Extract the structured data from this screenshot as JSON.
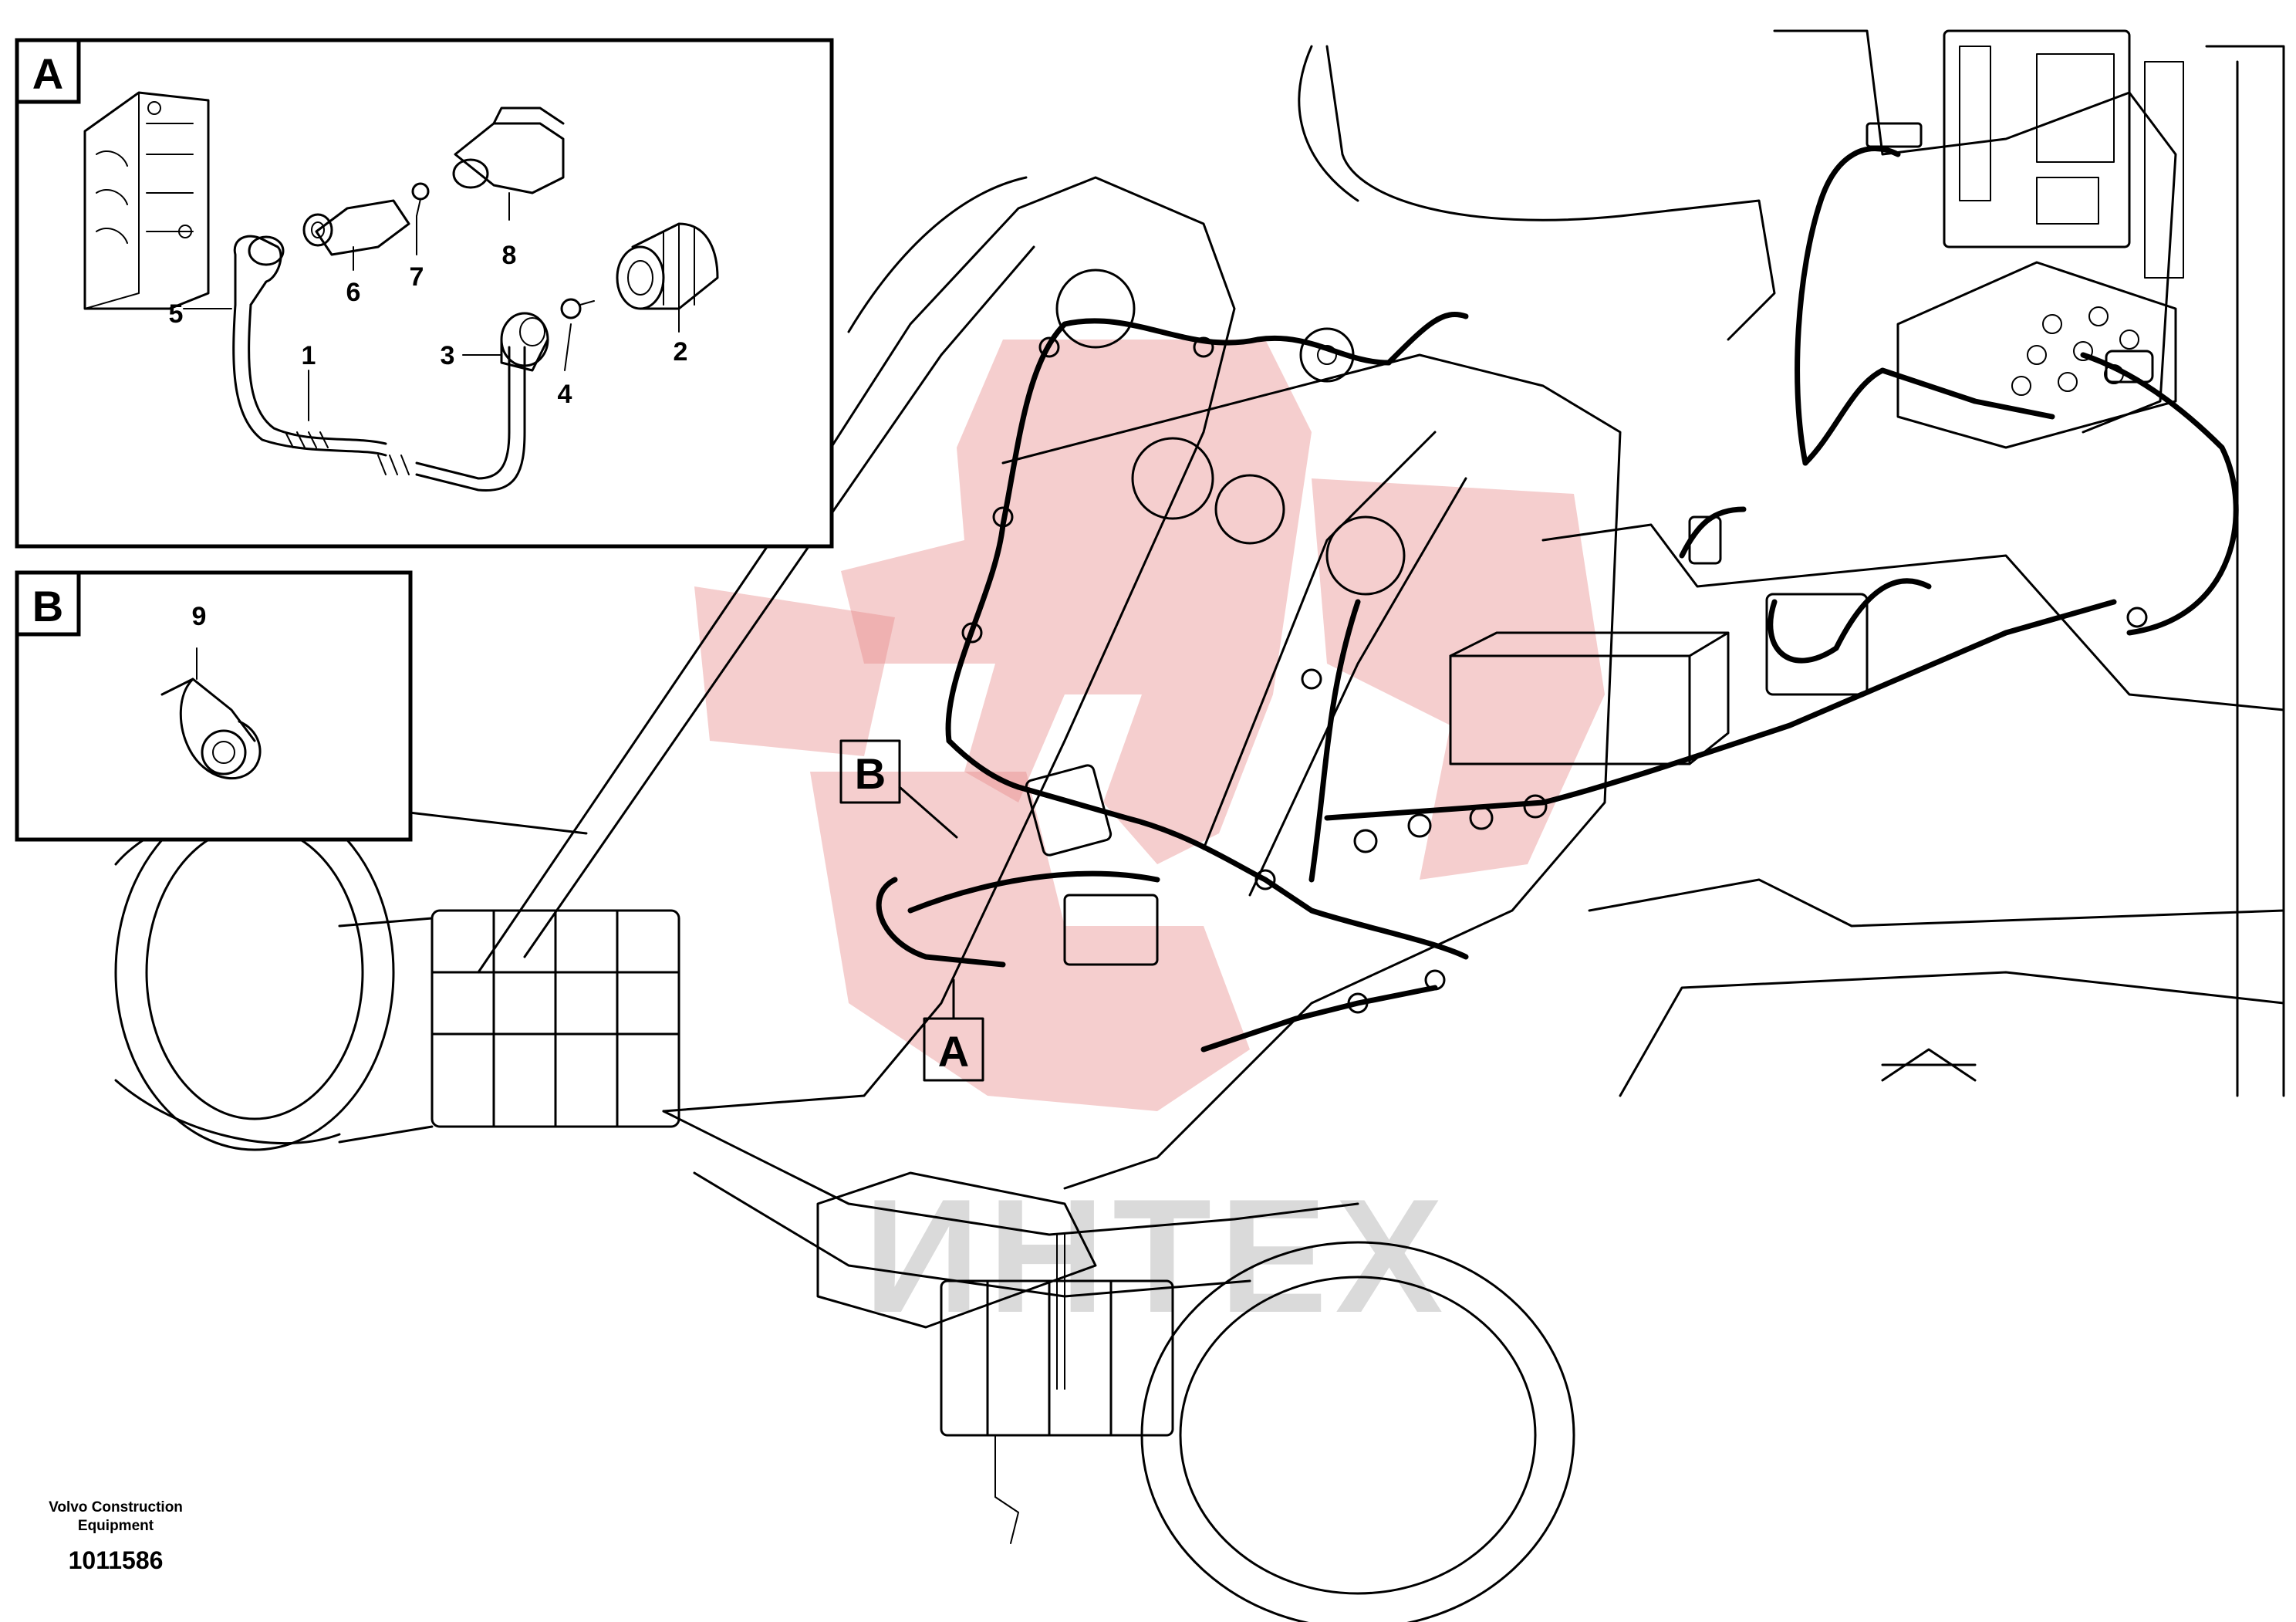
{
  "detail_a": {
    "letter": "A",
    "callouts": [
      "1",
      "2",
      "3",
      "4",
      "5",
      "6",
      "7",
      "8"
    ]
  },
  "detail_b": {
    "letter": "B",
    "callouts": [
      "9"
    ]
  },
  "main_callouts": {
    "a": "A",
    "b": "B"
  },
  "watermark": {
    "text": "ИНТЕХ"
  },
  "footer": {
    "company_line1": "Volvo Construction",
    "company_line2": "Equipment",
    "drawing_number": "1011586"
  },
  "colors": {
    "line": "#000000",
    "watermark_logo": "#e88a8a",
    "watermark_text": "#bdbdbd"
  }
}
